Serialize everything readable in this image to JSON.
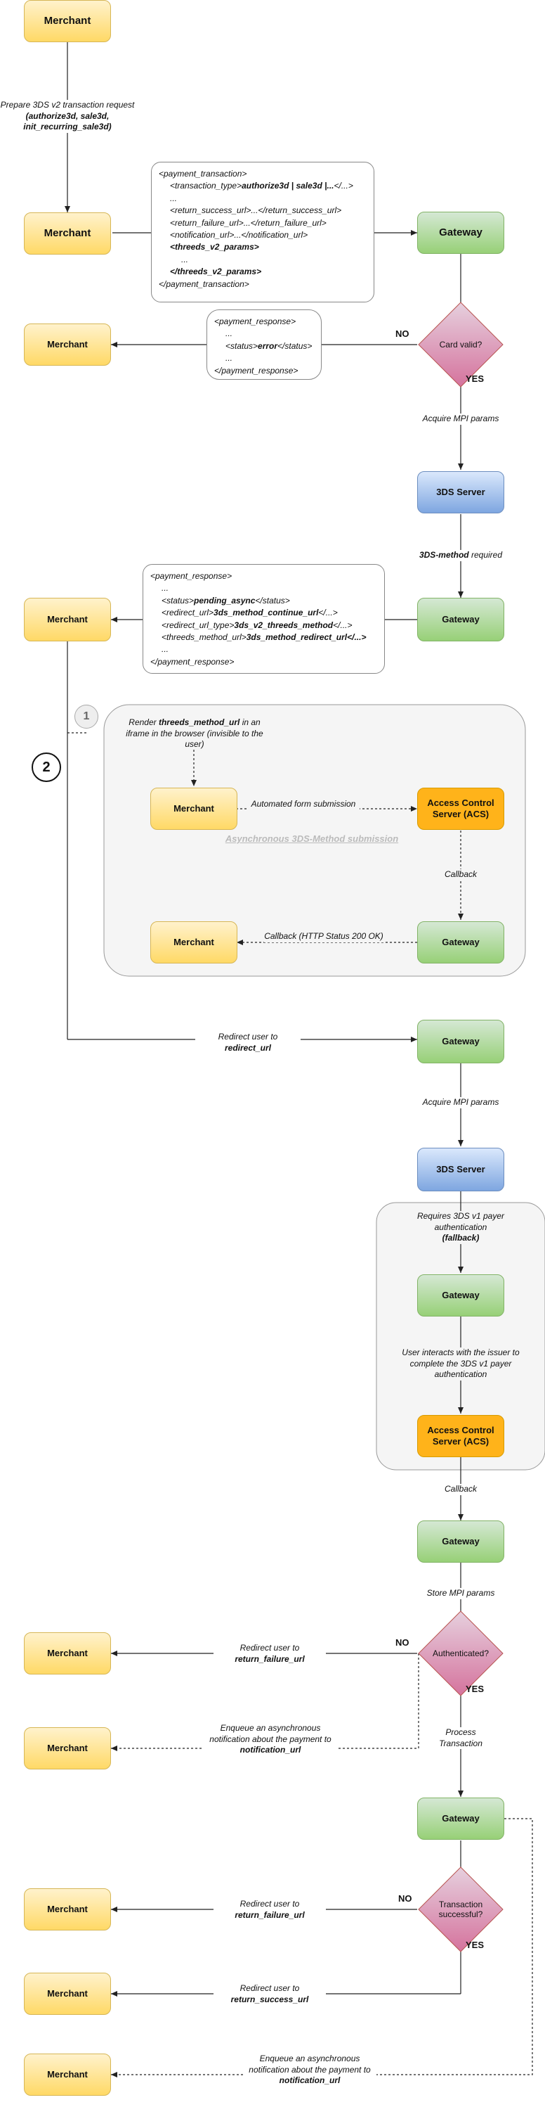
{
  "colors": {
    "merchant_fill": "#ffd966",
    "gateway_fill": "#97d077",
    "server_fill": "#7ea6e0",
    "acs_fill": "#ffb31a",
    "decision_fill": "#e07aa0",
    "group_fill": "#f5f5f5"
  },
  "nodes": {
    "merchant": "Merchant",
    "gateway": "Gateway",
    "server": "3DS Server",
    "acs": "Access Control Server (ACS)",
    "card_valid": "Card valid?",
    "authenticated": "Authenticated?",
    "transaction_successful": "Transaction successful?"
  },
  "answers": {
    "yes": "YES",
    "no": "NO"
  },
  "labels": {
    "prepare": "Prepare 3DS v2 transaction request",
    "prepare_methods": "(authorize3d, sale3d, init_recurring_sale3d)",
    "acquire_mpi": "Acquire MPI params",
    "three_ds_method_req": "3DS-method",
    "three_ds_method_req_suffix": "required",
    "render_prefix": "Render",
    "render_bold": "threeds_method_url",
    "render_suffix": "in an iframe in the browser (invisible to the user)",
    "auto_form": "Automated form submission",
    "async_title": "Asynchronous 3DS-Method submission",
    "callback": "Callback",
    "callback_200": "Callback (HTTP Status 200 OK)",
    "redirect_prefix": "Redirect user to",
    "redirect_url": "redirect_url",
    "requires_v1": "Requires 3DS v1 payer authentication",
    "fallback": "(fallback)",
    "user_interacts": "User interacts with the issuer to complete the 3DS v1 payer authentication",
    "store_mpi": "Store MPI params",
    "return_failure_url": "return_failure_url",
    "return_success_url": "return_success_url",
    "enqueue": "Enqueue an asynchronous notification about the payment to",
    "notification_url": "notification_url",
    "process": "Process Transaction",
    "step1": "1",
    "step2": "2"
  },
  "payment_transaction": [
    {
      "pre": "<payment_transaction>",
      "bold": "",
      "post": "",
      "indent": 0
    },
    {
      "pre": "<transaction_type>",
      "bold": "authorize3d | sale3d |...",
      "post": "</...>",
      "indent": 1
    },
    {
      "pre": "...",
      "bold": "",
      "post": "",
      "indent": 1
    },
    {
      "pre": "<return_success_url>...</return_success_url>",
      "bold": "",
      "post": "",
      "indent": 1
    },
    {
      "pre": "<return_failure_url>...</return_failure_url>",
      "bold": "",
      "post": "",
      "indent": 1
    },
    {
      "pre": "<notification_url>...</notification_url>",
      "bold": "",
      "post": "",
      "indent": 1
    },
    {
      "pre": "",
      "bold": "<threeds_v2_params>",
      "post": "",
      "indent": 1
    },
    {
      "pre": "...",
      "bold": "",
      "post": "",
      "indent": 2
    },
    {
      "pre": "",
      "bold": "</threeds_v2_params>",
      "post": "",
      "indent": 1
    },
    {
      "pre": "</payment_transaction>",
      "bold": "",
      "post": "",
      "indent": 0
    }
  ],
  "payment_response_error": [
    {
      "pre": "<payment_response>",
      "bold": "",
      "post": "",
      "indent": 0
    },
    {
      "pre": "...",
      "bold": "",
      "post": "",
      "indent": 1
    },
    {
      "pre": "<status>",
      "bold": "error",
      "post": "</status>",
      "indent": 1
    },
    {
      "pre": "...",
      "bold": "",
      "post": "",
      "indent": 1
    },
    {
      "pre": "</payment_response>",
      "bold": "",
      "post": "",
      "indent": 0
    }
  ],
  "payment_response_pending": [
    {
      "pre": "<payment_response>",
      "bold": "",
      "post": "",
      "indent": 0
    },
    {
      "pre": "...",
      "bold": "",
      "post": "",
      "indent": 1
    },
    {
      "pre": "<status>",
      "bold": "pending_async",
      "post": "</status>",
      "indent": 1
    },
    {
      "pre": "<redirect_url>",
      "bold": "3ds_method_continue_url",
      "post": "</...>",
      "indent": 1
    },
    {
      "pre": "<redirect_url_type>",
      "bold": "3ds_v2_threeds_method",
      "post": "</...>",
      "indent": 1
    },
    {
      "pre": "<threeds_method_url>",
      "bold": "3ds_method_redirect_url</...>",
      "post": "",
      "indent": 1
    },
    {
      "pre": "...",
      "bold": "",
      "post": "",
      "indent": 1
    },
    {
      "pre": "</payment_response>",
      "bold": "",
      "post": "",
      "indent": 0
    }
  ]
}
